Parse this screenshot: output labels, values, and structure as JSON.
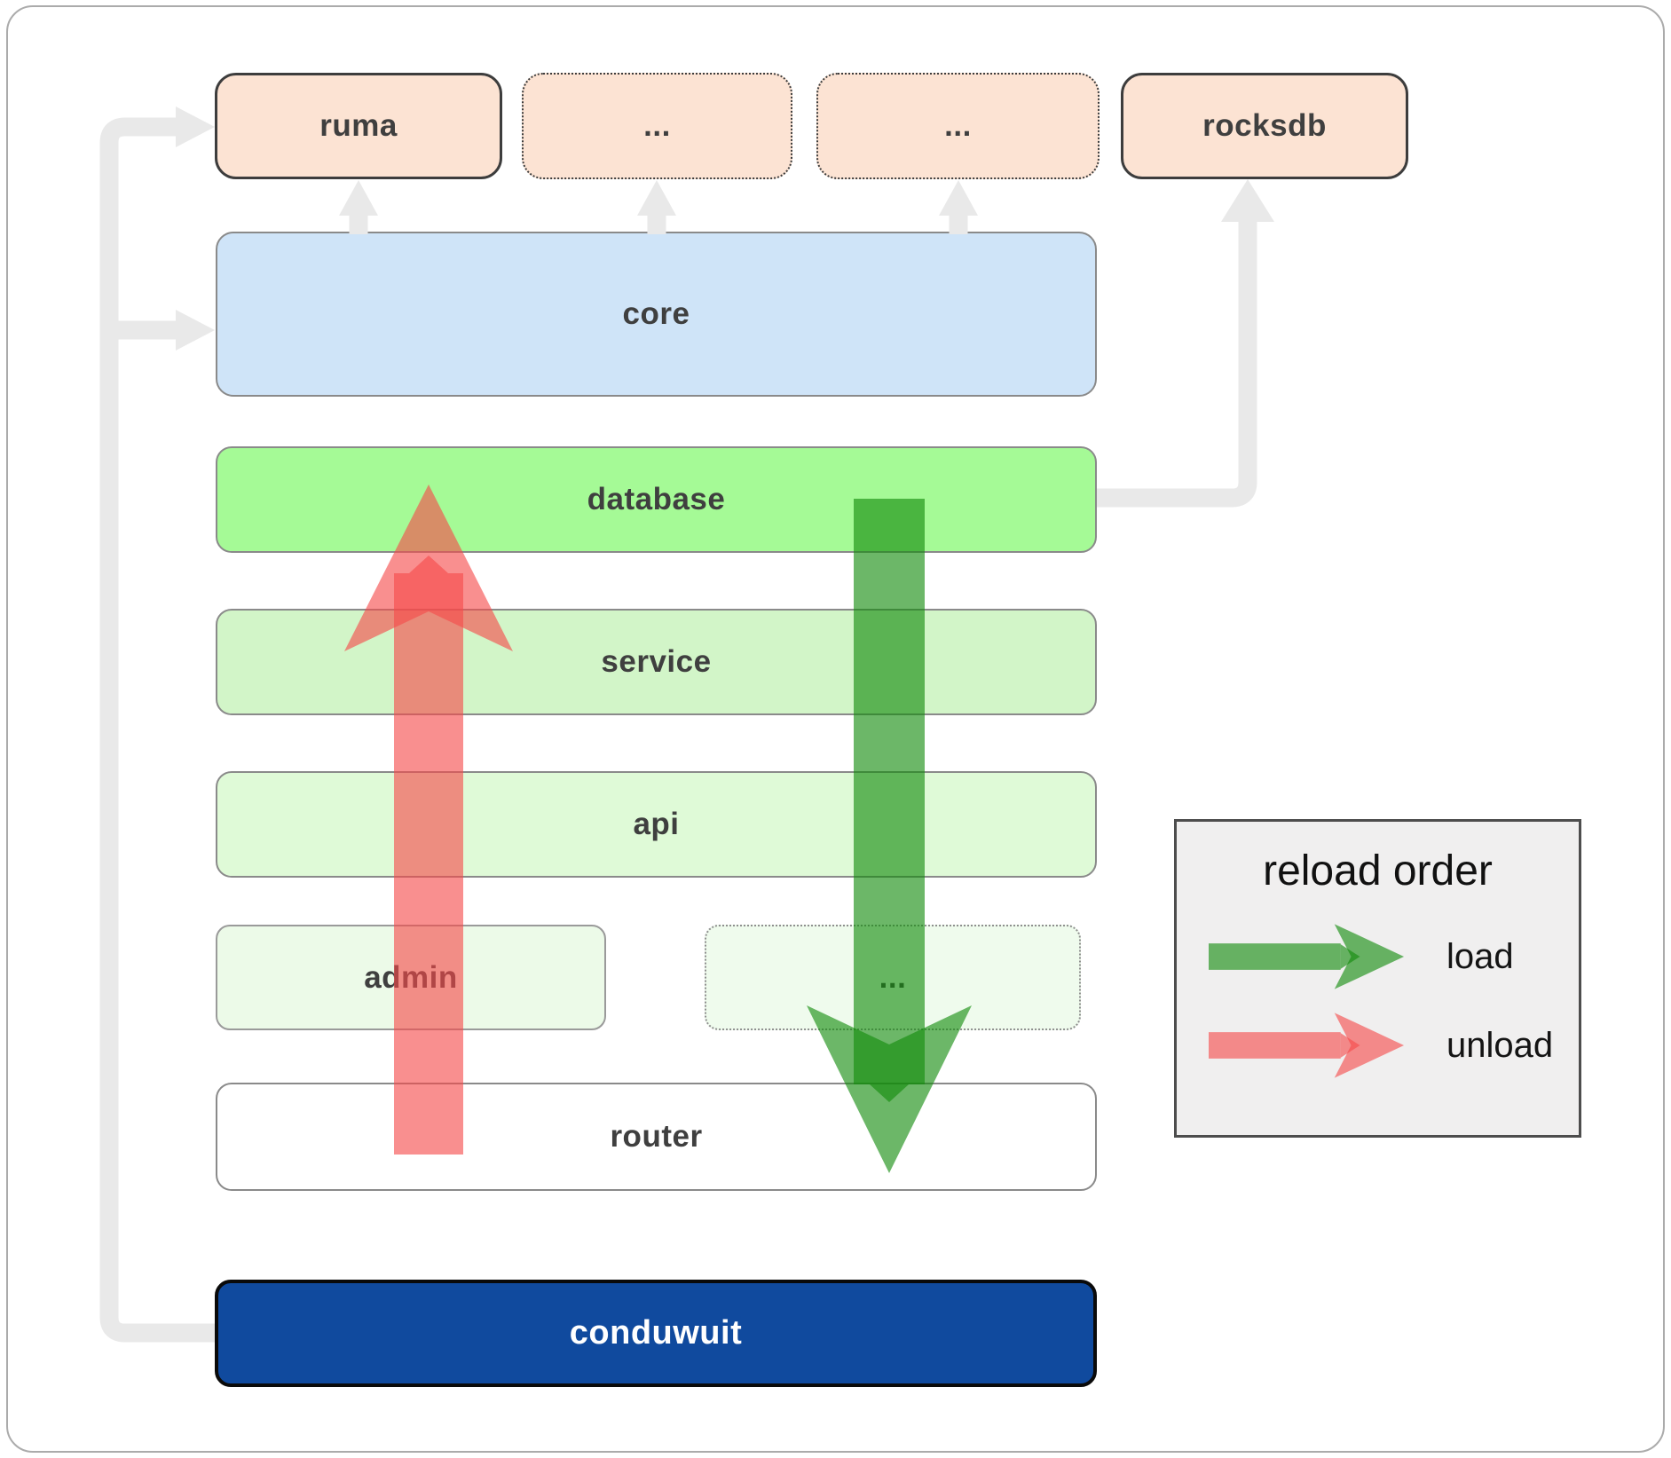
{
  "nodes": {
    "ruma": "ruma",
    "dep_ellipsis_1": "...",
    "dep_ellipsis_2": "...",
    "rocksdb": "rocksdb",
    "core": "core",
    "database": "database",
    "service": "service",
    "api": "api",
    "admin": "admin",
    "service_ellipsis": "...",
    "router": "router",
    "conduwuit": "conduwuit"
  },
  "legend": {
    "title": "reload order",
    "load_label": "load",
    "unload_label": "unload"
  },
  "colors": {
    "load_green": "#128b0c",
    "unload_red": "#f54a4a",
    "connector_gray": "#e9e9e9",
    "conduwuit_blue": "#104a9e"
  }
}
